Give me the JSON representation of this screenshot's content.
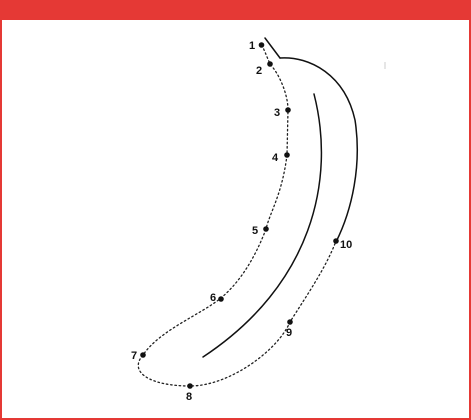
{
  "colors": {
    "frame": "#e53935",
    "ink": "#111111",
    "background": "#ffffff"
  },
  "puzzle": {
    "subject_icon": "banana-outline-icon",
    "dots": [
      {
        "label": "1"
      },
      {
        "label": "2"
      },
      {
        "label": "3"
      },
      {
        "label": "4"
      },
      {
        "label": "5"
      },
      {
        "label": "6"
      },
      {
        "label": "7"
      },
      {
        "label": "8"
      },
      {
        "label": "9"
      },
      {
        "label": "10"
      }
    ]
  }
}
